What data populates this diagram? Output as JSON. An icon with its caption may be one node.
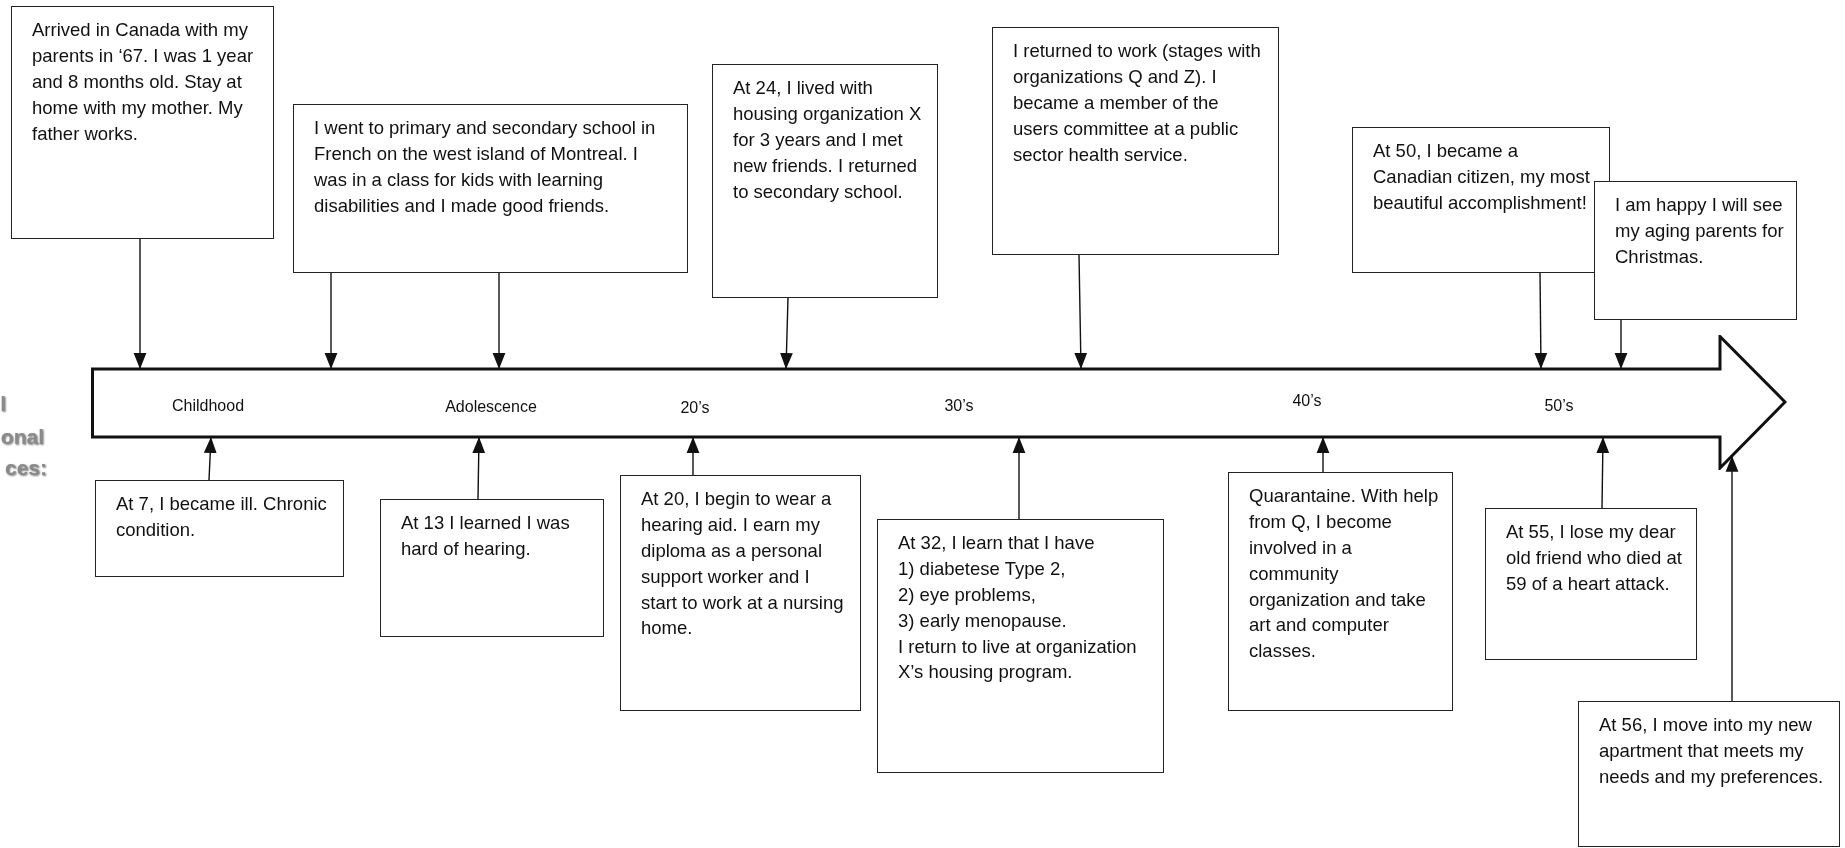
{
  "diagram": {
    "nodes": [
      {
        "text": [
          "Arrived in Canada with my parents in ‘67. I was 1 year and 8 months old. Stay at home with my mother. My father works."
        ]
      },
      {
        "text": [
          "I went to primary and secondary school in French on the west island of Montreal. I was in a class for kids with learning disabilities and I made good friends."
        ]
      },
      {
        "text": [
          "At 24, I lived with housing organization X for 3 years and I met new friends. I returned to secondary school."
        ]
      },
      {
        "text": [
          "I returned to work (stages with organizations Q and Z). I became a member of the users committee at a public sector health service."
        ]
      },
      {
        "text": [
          "At 50, I became a Canadian citizen, my most beautiful accomplishment!"
        ]
      },
      {
        "text": [
          "I am happy I will see my aging parents for Christmas."
        ]
      },
      {
        "text": [
          "Childhood",
          "Adolescence",
          "20’s",
          "30’s",
          "40’s",
          "50’s"
        ]
      },
      {
        "text": [
          "At 7, I became ill. Chronic condition."
        ]
      },
      {
        "text": [
          "At 13 I learned I was hard of hearing."
        ]
      },
      {
        "text": [
          "At 20, I begin to wear a hearing aid. I earn my diploma as a personal support worker and I start to work at a nursing home."
        ]
      },
      {
        "text": [
          "At 32, I learn that I have",
          "1) diabetese Type 2,",
          "2) eye problems,",
          "3) early menopause.",
          "I return to live at organization X’s housing program."
        ]
      },
      {
        "text": [
          "Quarantaine. With help from Q, I become involved in a community organization and take art and computer classes."
        ]
      },
      {
        "text": [
          "At 55, I lose my dear old friend who died at 59 of a heart attack."
        ]
      },
      {
        "text": [
          "At 56, I move into my new apartment that meets my needs and my preferences."
        ]
      }
    ],
    "edges": [
      {
        "from": 0,
        "to": 6,
        "arrow": "to"
      },
      {
        "from": 1,
        "to": 6,
        "arrow": "to"
      },
      {
        "from": 1,
        "to": 6,
        "arrow": "to"
      },
      {
        "from": 2,
        "to": 6,
        "arrow": "to"
      },
      {
        "from": 3,
        "to": 6,
        "arrow": "to"
      },
      {
        "from": 4,
        "to": 6,
        "arrow": "to"
      },
      {
        "from": 5,
        "to": 6,
        "arrow": "to"
      },
      {
        "from": 7,
        "to": 6,
        "arrow": "to"
      },
      {
        "from": 8,
        "to": 6,
        "arrow": "to"
      },
      {
        "from": 9,
        "to": 6,
        "arrow": "to"
      },
      {
        "from": 10,
        "to": 6,
        "arrow": "to"
      },
      {
        "from": 11,
        "to": 6,
        "arrow": "to"
      },
      {
        "from": 12,
        "to": 6,
        "arrow": "to"
      },
      {
        "from": 13,
        "to": 6,
        "arrow": "to"
      }
    ],
    "labels": [
      "l",
      "onal",
      "ces:"
    ]
  }
}
